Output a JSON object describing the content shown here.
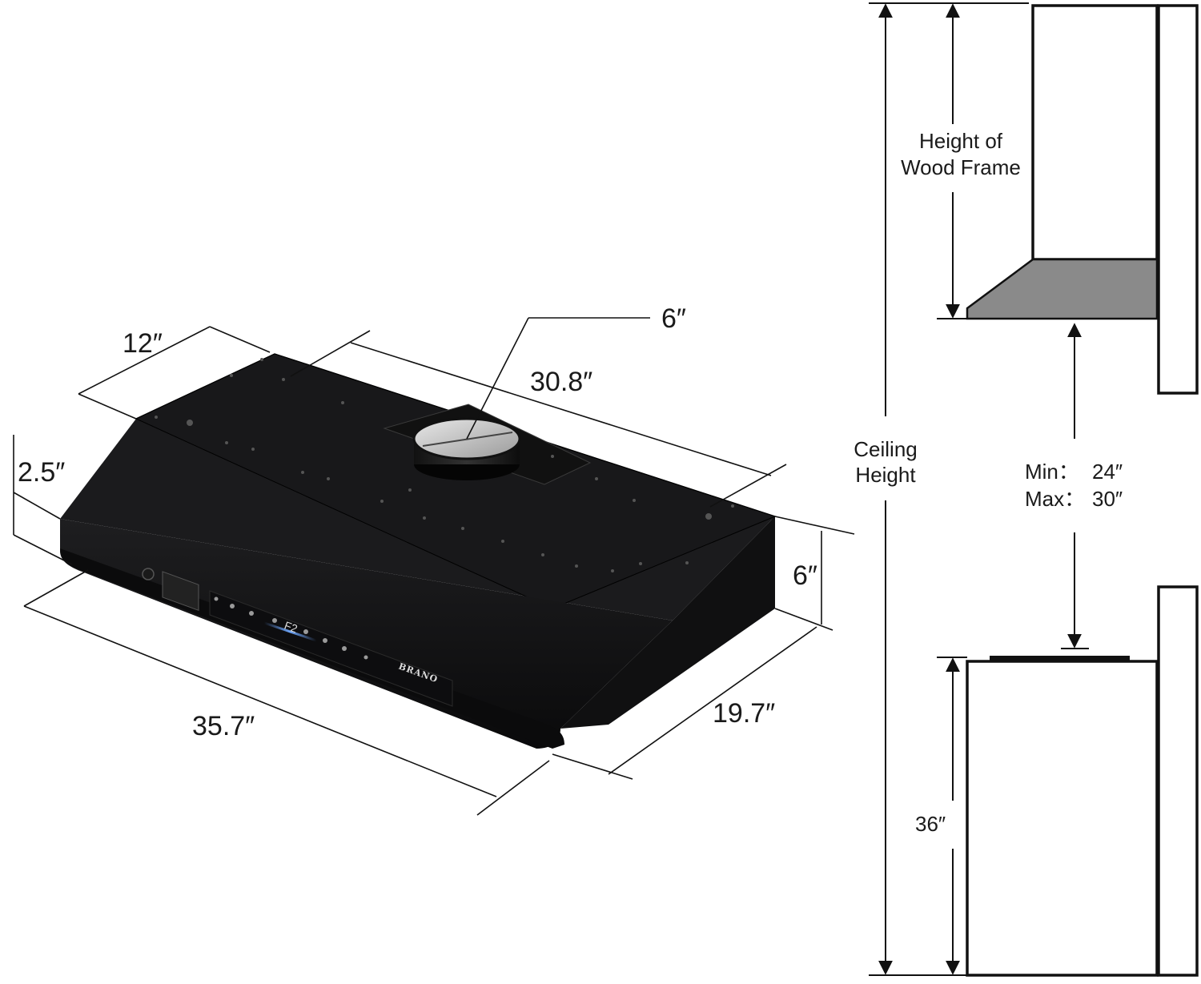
{
  "product": {
    "brand": "BRANO",
    "display_code": "F2"
  },
  "dimensions": {
    "depth_top": "12″",
    "duct": "6″",
    "width_top": "30.8″",
    "front_height": "2.5″",
    "back_height": "6″",
    "width_front": "35.7″",
    "depth_side": "19.7″"
  },
  "installation": {
    "wood_frame_line1": "Height of",
    "wood_frame_line2": "Wood Frame",
    "ceiling_line1": "Ceiling",
    "ceiling_line2": "Height",
    "min_label": "Min：",
    "min_value": "24″",
    "max_label": "Max：",
    "max_value": "30″",
    "counter_height": "36″"
  },
  "colors": {
    "hood_body": "#1c1c1e",
    "hood_front": "#0f0f10",
    "hood_gray": "#8a8a8a",
    "panel_accent": "#6fa8ff"
  }
}
